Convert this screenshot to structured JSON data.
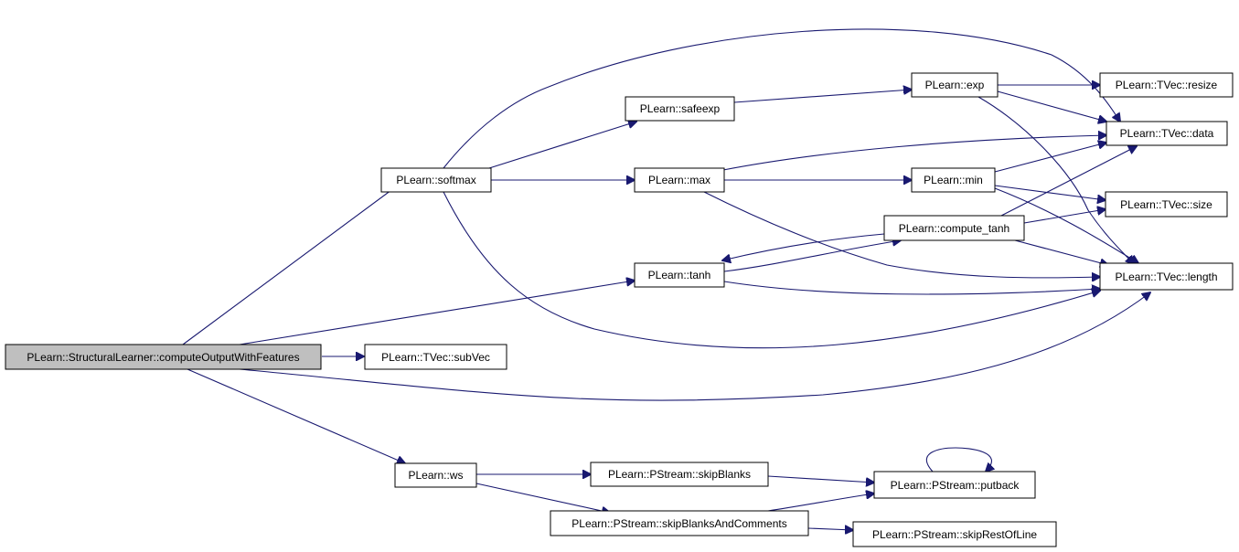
{
  "graph": {
    "nodes": {
      "root": "PLearn::StructuralLearner::computeOutputWithFeatures",
      "softmax": "PLearn::softmax",
      "safeexp": "PLearn::safeexp",
      "exp": "PLearn::exp",
      "resize": "PLearn::TVec::resize",
      "data": "PLearn::TVec::data",
      "max": "PLearn::max",
      "min": "PLearn::min",
      "size": "PLearn::TVec::size",
      "compute_tanh": "PLearn::compute_tanh",
      "tanh": "PLearn::tanh",
      "length": "PLearn::TVec::length",
      "subVec": "PLearn::TVec::subVec",
      "ws": "PLearn::ws",
      "skipBlanks": "PLearn::PStream::skipBlanks",
      "putback": "PLearn::PStream::putback",
      "skipBlanksAndComments": "PLearn::PStream::skipBlanksAndComments",
      "skipRestOfLine": "PLearn::PStream::skipRestOfLine"
    },
    "edge_color": "#191970",
    "root_fill": "#bfbfbf"
  }
}
